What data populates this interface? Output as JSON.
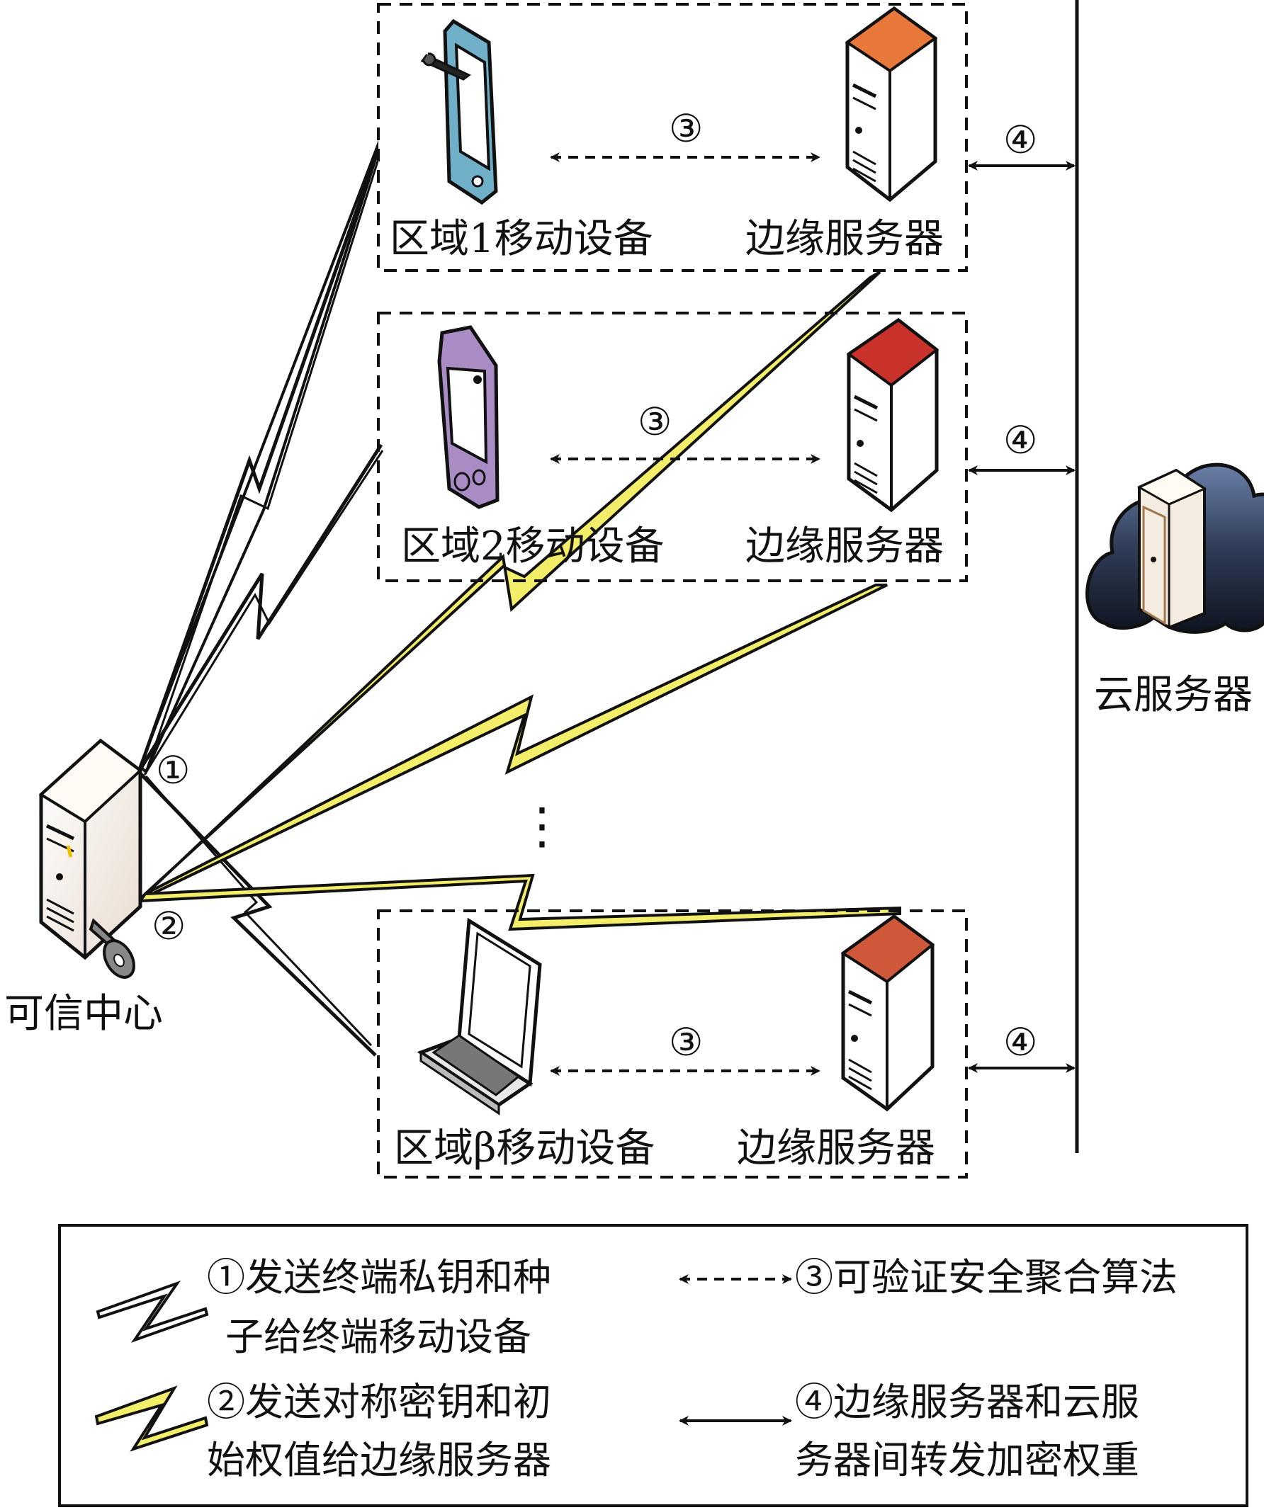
{
  "regions": [
    {
      "device_label": "区域1移动设备",
      "server_label": "边缘服务器",
      "step3": "③",
      "step4": "④"
    },
    {
      "device_label": "区域2移动设备",
      "server_label": "边缘服务器",
      "step3": "③",
      "step4": "④"
    },
    {
      "device_label": "区域β移动设备",
      "server_label": "边缘服务器",
      "step3": "③",
      "step4": "④"
    }
  ],
  "trusted_center": {
    "label": "可信中心",
    "step1": "①",
    "step2": "②"
  },
  "cloud": {
    "label": "云服务器"
  },
  "ellipsis": "⋮",
  "legend": {
    "item1_line1": "①发送终端私钥和种",
    "item1_line2": "子给终端移动设备",
    "item2_line1": "②发送对称密钥和初",
    "item2_line2": "始权值给边缘服务器",
    "item3_line1": "③可验证安全聚合算法",
    "item4_line1": "④边缘服务器和云服",
    "item4_line2": "务器间转发加密权重"
  },
  "colors": {
    "bolt_private_key": "#ffffff",
    "bolt_symmetric_key": "#f2ee6a",
    "server_top_1": "#e8773a",
    "server_top_2": "#c8322a",
    "server_top_3": "#d0583a",
    "phone1_frame": "#6fb0c8",
    "phone2_frame": "#a98cc4",
    "cloud_fill": "#2f3c56"
  }
}
